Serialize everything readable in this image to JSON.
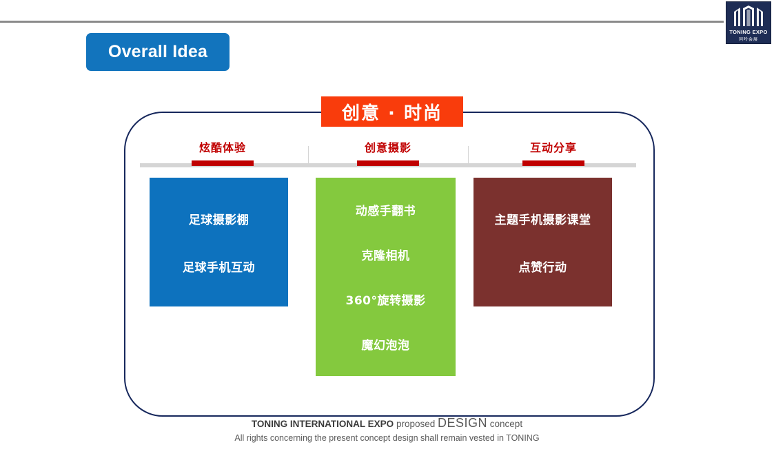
{
  "header": {
    "rule_color": "#8a8a8a",
    "logo": {
      "name": "toning-expo-logo",
      "text": "TONING EXPO",
      "subtext": "同昤会展",
      "bg": "#1e2d55"
    },
    "idea_button": {
      "label": "Overall Idea",
      "bg": "#1274bd",
      "text_color": "#ffffff"
    }
  },
  "banner": {
    "title": "创意 · 时尚",
    "bg": "#f93c0c",
    "text_color": "#ffffff"
  },
  "frame": {
    "border_color": "#16275c"
  },
  "columns": [
    {
      "header": "炫酷体验",
      "header_color": "#c00000",
      "box_color": "#0d72be",
      "items": [
        "足球摄影棚",
        "足球手机互动"
      ]
    },
    {
      "header": "创意摄影",
      "header_color": "#c00000",
      "box_color": "#84c93e",
      "items": [
        "动感手翻书",
        "克隆相机",
        "360°旋转摄影",
        "魔幻泡泡"
      ]
    },
    {
      "header": "互动分享",
      "header_color": "#c00000",
      "box_color": "#7b312e",
      "items": [
        "主题手机摄影课堂",
        "点赞行动"
      ]
    }
  ],
  "footer": {
    "line1_bold": "TONING INTERNATIONAL EXPO",
    "line1_mid": "proposed",
    "line1_big": "DESIGN",
    "line1_end": "concept",
    "line2": "All rights concerning the present concept design shall remain vested in TONING"
  }
}
